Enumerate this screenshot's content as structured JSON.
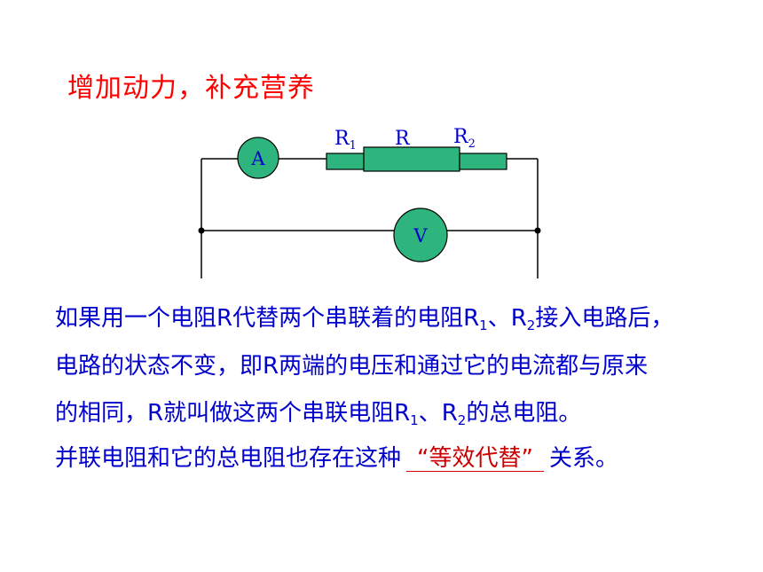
{
  "title": "增加动力，补充营养",
  "diagram": {
    "ammeter_label": "A",
    "voltmeter_label": "V",
    "resistor_R1_letter": "R",
    "resistor_R1_sub": "1",
    "resistor_R_letter": "R",
    "resistor_R2_letter": "R",
    "resistor_R2_sub": "2",
    "colors": {
      "meter_fill": "#2eb57d",
      "resistor_fill": "#2eb57d",
      "wire": "#000000",
      "label": "#0000cc"
    }
  },
  "paragraph": {
    "l1_a": "如果用一个电阻R代替两个串联着的电阻R",
    "l1_sub1": "1",
    "l1_b": "、R",
    "l1_sub2": "2",
    "l1_c": "接入电路后，",
    "l2": "电路的状态不变，即R两端的电压和通过它的电流都与原来",
    "l3_a": "的相同，R就叫做这两个串联电阻R",
    "l3_sub1": "1",
    "l3_b": "、R",
    "l3_sub2": "2",
    "l3_c": "的总电阻。",
    "l4_a": "并联电阻和它的总电阻也存在这种",
    "l4_blank": "“等效代替”",
    "l4_c": "关系。"
  }
}
